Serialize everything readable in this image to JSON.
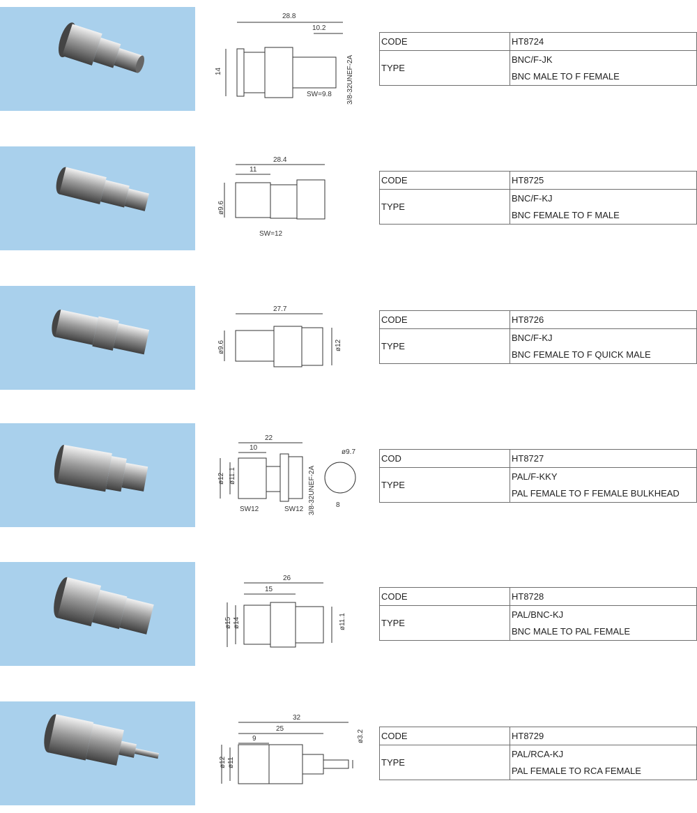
{
  "products": [
    {
      "code_label": "CODE",
      "code": "HT8724",
      "type_label": "TYPE",
      "type": "BNC/F-JK",
      "description": "BNC MALE TO F FEMALE",
      "dims": {
        "length": "28.8",
        "sub": "10.2",
        "height": "14",
        "thread": "3/8-32UNEF-2A",
        "sw": "SW=9.8"
      }
    },
    {
      "code_label": "CODE",
      "code": "HT8725",
      "type_label": "TYPE",
      "type": "BNC/F-KJ",
      "description": "BNC FEMALE TO F MALE",
      "dims": {
        "length": "28.4",
        "sub": "11",
        "dia": "ø9.6",
        "sw": "SW=12"
      }
    },
    {
      "code_label": "CODE",
      "code": "HT8726",
      "type_label": "TYPE",
      "type": "BNC/F-KJ",
      "description": "BNC FEMALE TO F QUICK MALE",
      "dims": {
        "length": "27.7",
        "dia": "ø9.6",
        "dia2": "ø12"
      }
    },
    {
      "code_label": "COD",
      "code": "HT8727",
      "type_label": "TYPE",
      "type": "PAL/F-KKY",
      "description": "PAL FEMALE TO F FEMALE BULKHEAD",
      "dims": {
        "length": "22",
        "sub": "10",
        "dia": "ø12",
        "dia2": "ø11.1",
        "thread": "3/8-32UNEF-2A",
        "sw": "SW12",
        "sw2": "SW12",
        "endd": "ø9.7",
        "flat": "8"
      }
    },
    {
      "code_label": "CODE",
      "code": "HT8728",
      "type_label": "TYPE",
      "type": "PAL/BNC-KJ",
      "description": "BNC MALE TO PAL FEMALE",
      "dims": {
        "length": "26",
        "sub": "15",
        "dia": "ø15",
        "dia2": "ø14",
        "dia3": "ø11.1"
      }
    },
    {
      "code_label": "CODE",
      "code": "HT8729",
      "type_label": "TYPE",
      "type": "PAL/RCA-KJ",
      "description": "PAL FEMALE TO RCA FEMALE",
      "dims": {
        "length": "32",
        "sub": "25",
        "sub2": "9",
        "dia": "ø12",
        "dia2": "ø11",
        "pin": "ø3.2"
      }
    }
  ],
  "colors": {
    "photo_bg": "#a9d0ec",
    "border": "#6e6e6e"
  }
}
